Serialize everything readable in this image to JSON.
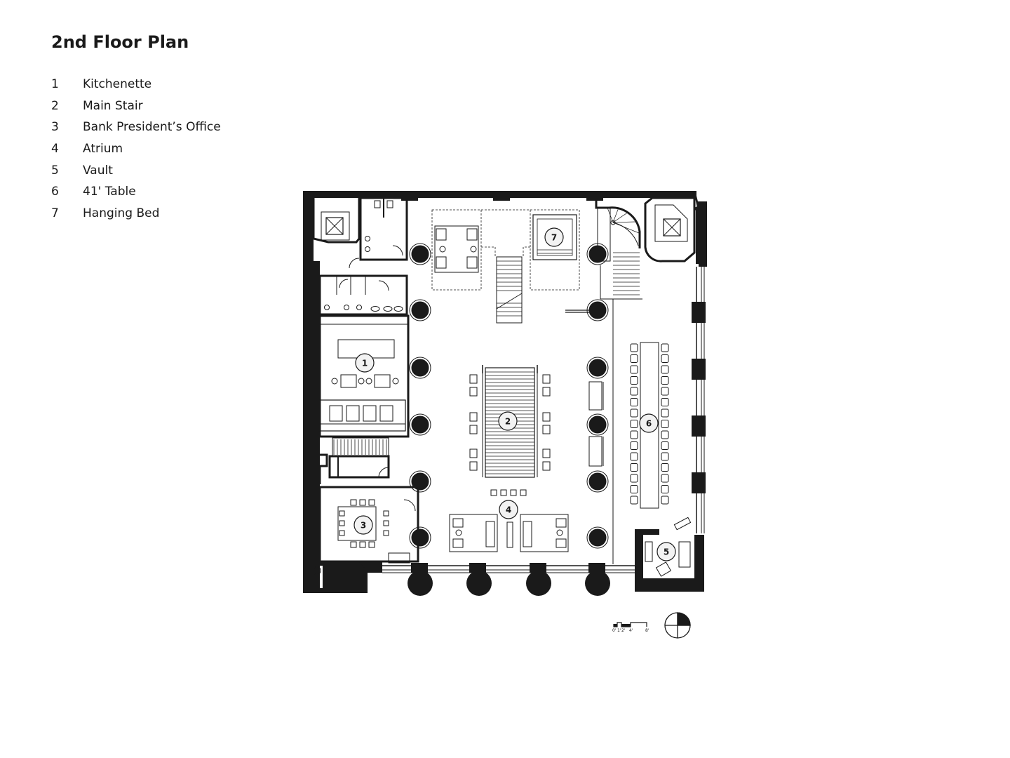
{
  "title": "2nd Floor Plan",
  "legend": [
    {
      "num": "1",
      "label": "Kitchenette"
    },
    {
      "num": "2",
      "label": "Main Stair"
    },
    {
      "num": "3",
      "label": "Bank President’s Office"
    },
    {
      "num": "4",
      "label": "Atrium"
    },
    {
      "num": "5",
      "label": "Vault"
    },
    {
      "num": "6",
      "label": "41' Table"
    },
    {
      "num": "7",
      "label": "Hanging Bed"
    }
  ],
  "callouts": [
    "1",
    "2",
    "3",
    "4",
    "5",
    "6",
    "7"
  ],
  "scale_labels": [
    "0'",
    "1'",
    "2'",
    "4'",
    "8'"
  ],
  "colors": {
    "ink": "#1a1a1a",
    "paper": "#ffffff"
  }
}
